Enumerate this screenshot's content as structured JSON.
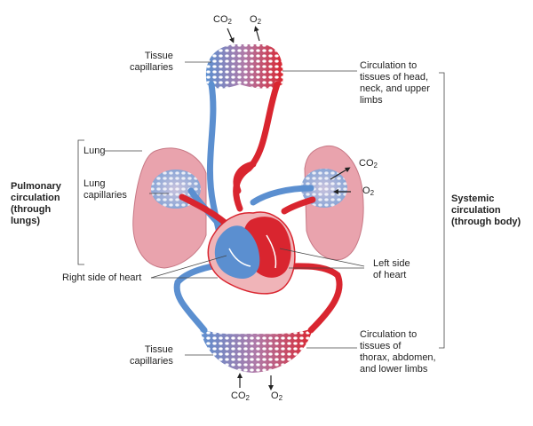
{
  "labels": {
    "top_co2": "CO",
    "top_o2": "O",
    "tissue_caps_top": "Tissue\ncapillaries",
    "circ_head": "Circulation to\ntissues of head,\nneck, and upper\nlimbs",
    "lung": "Lung",
    "lung_caps": "Lung\ncapillaries",
    "pulmonary": "Pulmonary\ncirculation\n(through\nlungs)",
    "right_co2": "CO",
    "right_o2": "O",
    "systemic": "Systemic\ncirculation\n(through body)",
    "left_heart": "Left side\nof heart",
    "right_heart": "Right side of heart",
    "circ_lower": "Circulation to\ntissues of\nthorax, abdomen,\nand lower limbs",
    "tissue_caps_bottom": "Tissue\ncapillaries",
    "bottom_co2": "CO",
    "bottom_o2": "O",
    "sub_two": "2"
  },
  "colors": {
    "oxygenated": "#d9252f",
    "deoxygenated": "#5b8fd0",
    "lung_tissue": "#e8a0a8",
    "heart_wall": "#f0b4b8",
    "leader": "#444444"
  }
}
